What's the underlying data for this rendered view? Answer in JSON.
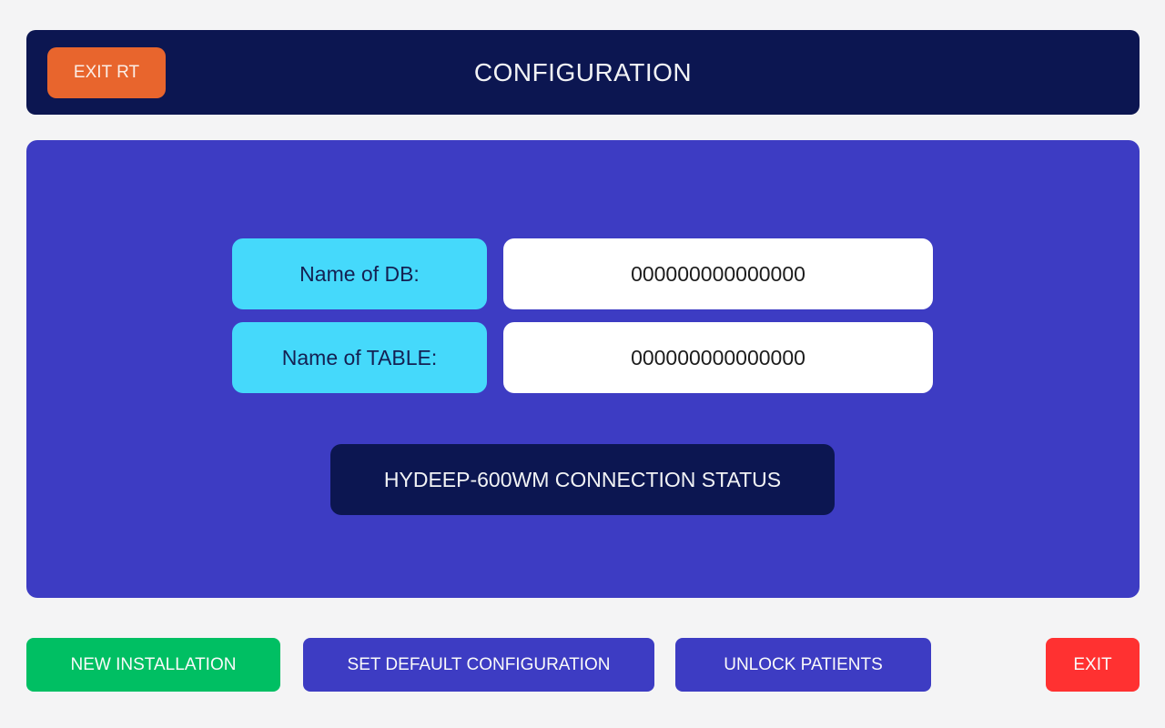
{
  "header": {
    "title": "CONFIGURATION",
    "exit_rt_label": "EXIT RT"
  },
  "form": {
    "rows": [
      {
        "label": "Name of DB:",
        "value": "000000000000000"
      },
      {
        "label": "Name of TABLE:",
        "value": "000000000000000"
      }
    ],
    "status_button_label": "HYDEEP-600WM CONNECTION STATUS"
  },
  "footer": {
    "buttons": [
      {
        "label": "NEW INSTALLATION"
      },
      {
        "label": "SET DEFAULT CONFIGURATION"
      },
      {
        "label": "UNLOCK PATIENTS"
      },
      {
        "label": "EXIT"
      }
    ]
  },
  "colors": {
    "background": "#f4f4f5",
    "header_navy": "#0c1651",
    "panel_indigo": "#3d3cc3",
    "label_cyan": "#45d9fb",
    "label_text_navy": "#142052",
    "exit_rt_orange": "#e8652d",
    "new_installation_green": "#00bf63",
    "exit_red": "#ff3131",
    "field_white": "#ffffff"
  }
}
